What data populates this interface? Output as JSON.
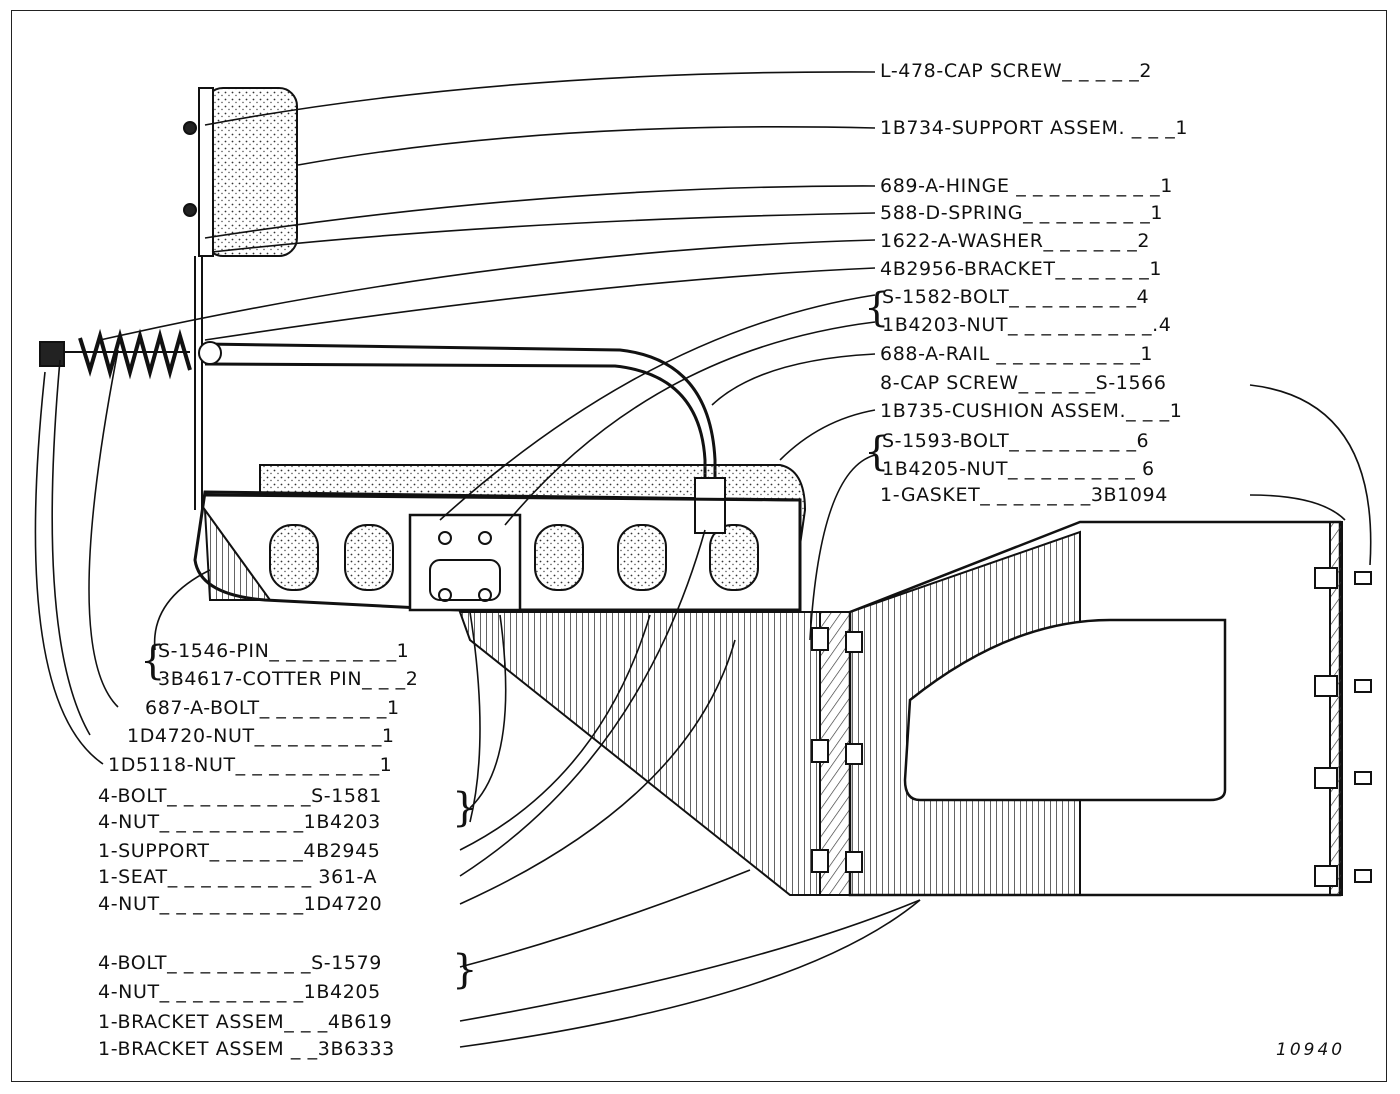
{
  "figure_number": "10940",
  "labels_right": [
    "L-478-CAP SCREW_ _ _ _ _2",
    "1B734-SUPPORT ASSEM. _ _ _1",
    "689-A-HINGE _ _ _ _ _ _ _ _ _1",
    "588-D-SPRING_ _ _ _ _ _ _ _1",
    "1622-A-WASHER_ _ _ _ _ _2",
    "4B2956-BRACKET_ _ _ _ _ _1",
    "S-1582-BOLT_ _ _ _ _ _ _ _4",
    "1B4203-NUT_ _ _ _ _ _ _ _ _.4",
    "688-A-RAIL _ _ _ _ _ _ _ _ _1",
    "8-CAP SCREW_ _ _ _ _S-1566",
    "1B735-CUSHION ASSEM._ _ _1",
    "S-1593-BOLT_ _ _ _ _ _ _ _6",
    "1B4205-NUT_ _ _ _ _ _ _ _ 6",
    "1-GASKET_ _ _ _ _ _ _3B1094"
  ],
  "labels_left": [
    "S-1546-PIN_ _ _ _ _ _ _ _1",
    "3B4617-COTTER PIN_ _ _2",
    "687-A-BOLT_ _ _ _ _ _ _ _1",
    "1D4720-NUT_ _ _ _ _ _ _ _1",
    "1D5118-NUT_ _ _ _ _ _ _ _ _1",
    "4-BOLT_ _ _ _ _ _ _ _ _S-1581",
    "4-NUT_ _ _ _ _ _ _ _ _1B4203",
    "1-SUPPORT_ _ _ _ _ _4B2945",
    "1-SEAT_ _ _ _ _ _ _ _ _ 361-A",
    "4-NUT_ _ _ _ _ _ _ _ _1D4720",
    "4-BOLT_ _ _ _ _ _ _ _ _S-1579",
    "4-NUT_ _ _ _ _ _ _ _ _1B4205",
    "1-BRACKET ASSEM_ _ _4B619",
    "1-BRACKET ASSEM _ _3B6333"
  ],
  "colors": {
    "ink": "#111111",
    "paper": "#ffffff"
  }
}
